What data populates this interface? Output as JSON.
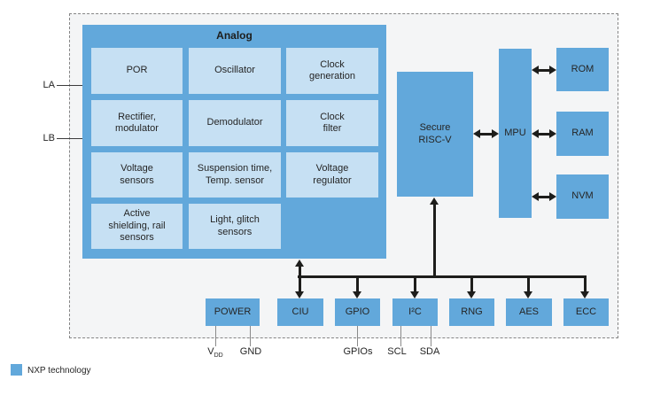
{
  "diagram": {
    "io_left": [
      {
        "label": "LA"
      },
      {
        "label": "LB"
      }
    ],
    "analog": {
      "title": "Analog",
      "blocks": [
        {
          "label": "POR"
        },
        {
          "label": "Oscillator"
        },
        {
          "label": "Clock\ngeneration"
        },
        {
          "label": "Rectifier,\nmodulator"
        },
        {
          "label": "Demodulator"
        },
        {
          "label": "Clock\nfilter"
        },
        {
          "label": "Voltage\nsensors"
        },
        {
          "label": "Suspension time,\nTemp. sensor"
        },
        {
          "label": "Voltage\nregulator"
        },
        {
          "label": "Active\nshielding, rail\nsensors"
        },
        {
          "label": "Light, glitch\nsensors"
        }
      ]
    },
    "cpu": {
      "label": "Secure\nRISC-V"
    },
    "mpu": {
      "label": "MPU"
    },
    "memory": [
      {
        "label": "ROM"
      },
      {
        "label": "RAM"
      },
      {
        "label": "NVM"
      }
    ],
    "peripherals": [
      {
        "label": "POWER"
      },
      {
        "label": "CIU"
      },
      {
        "label": "GPIO"
      },
      {
        "label": "I²C"
      },
      {
        "label": "RNG"
      },
      {
        "label": "AES"
      },
      {
        "label": "ECC"
      }
    ],
    "pins": {
      "vdd_base": "V",
      "vdd_sub": "DD",
      "gnd": "GND",
      "gpios": "GPIOs",
      "scl": "SCL",
      "sda": "SDA"
    },
    "legend": {
      "label": "NXP technology"
    },
    "colors": {
      "nxp_blue": "#62a8db",
      "light_blue": "#c6e0f3",
      "chip_background": "#f4f5f6",
      "line": "#1d1d1b"
    }
  }
}
